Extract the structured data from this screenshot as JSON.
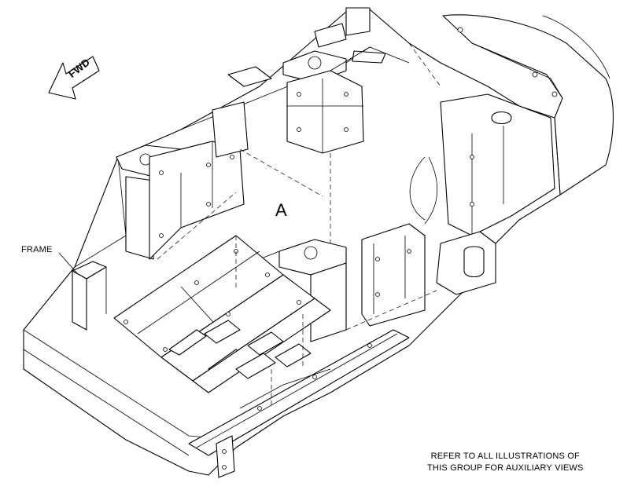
{
  "labels": {
    "frame": "FRAME",
    "view_letter": "A",
    "direction_arrow": "FWD",
    "note_line1": "REFER TO ALL ILLUSTRATIONS OF",
    "note_line2": "THIS GROUP FOR AUXILIARY VIEWS"
  }
}
